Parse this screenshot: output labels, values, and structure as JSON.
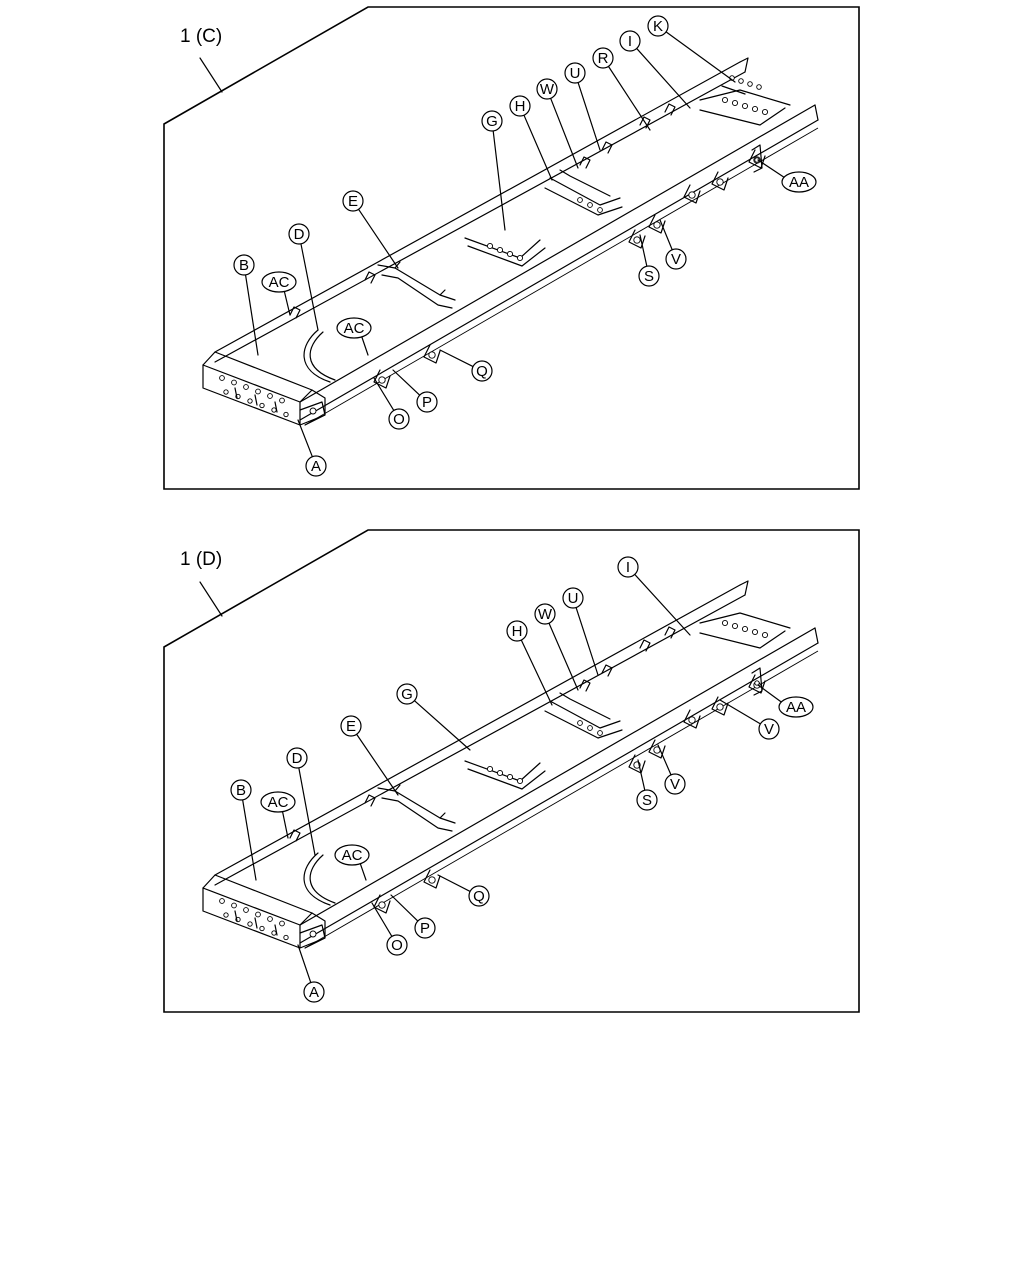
{
  "panels": [
    {
      "id": "C",
      "title": "1 (C)",
      "callouts": [
        "A",
        "B",
        "AC",
        "D",
        "AC",
        "E",
        "G",
        "H",
        "W",
        "U",
        "R",
        "I",
        "K",
        "AA",
        "V",
        "S",
        "Q",
        "P",
        "O"
      ]
    },
    {
      "id": "D",
      "title": "1 (D)",
      "callouts": [
        "A",
        "B",
        "AC",
        "D",
        "AC",
        "E",
        "G",
        "H",
        "W",
        "U",
        "I",
        "AA",
        "V",
        "V",
        "S",
        "Q",
        "P",
        "O"
      ]
    }
  ]
}
